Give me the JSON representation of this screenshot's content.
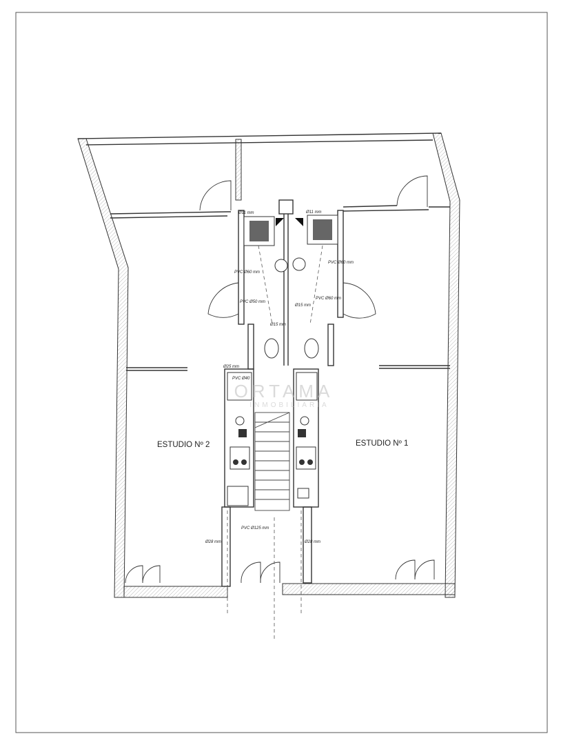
{
  "rooms": {
    "studio_1": "ESTUDIO Nº 1",
    "studio_2": "ESTUDIO Nº 2"
  },
  "pipes": {
    "top_left": "Ø11 mm",
    "top_right": "Ø11 mm",
    "pvc_left_60": "PVC Ø60 mm",
    "pvc_right_60": "PVC Ø60 mm",
    "pvc_left_50": "PVC Ø50 mm",
    "pvc_right_60b": "PVC Ø60 mm",
    "d15_a": "Ø15 mm",
    "d15_b": "Ø15 mm",
    "d25_left": "Ø25 mm",
    "pvc_left_40": "PVC Ø40",
    "pvc_125": "PVC Ø125 mm",
    "d28_left": "Ø28 mm",
    "d28_right": "Ø28 mm"
  },
  "watermark": {
    "line1": "ORTAMA",
    "line2": "INMOBILIARIA"
  },
  "colors": {
    "line": "#333333",
    "background": "#ffffff",
    "watermark": "#bdbdbd"
  }
}
